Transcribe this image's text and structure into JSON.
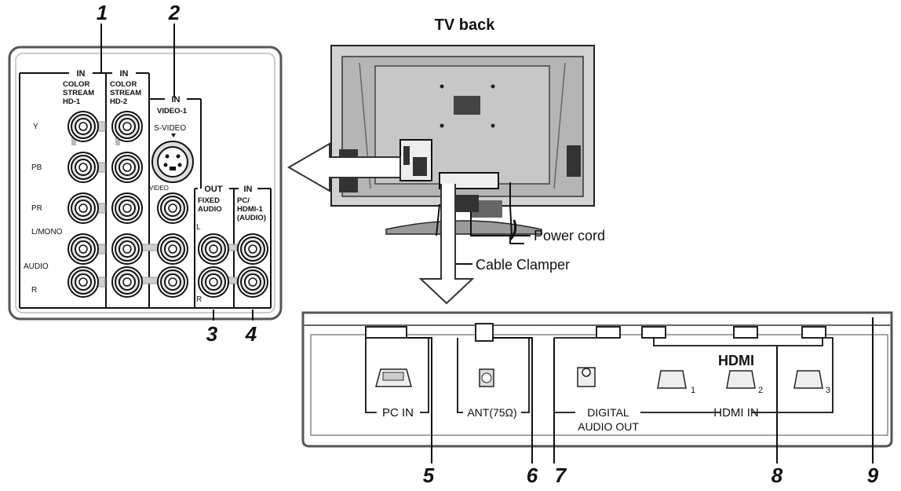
{
  "title": "TV back",
  "callouts": [
    "1",
    "2",
    "3",
    "4",
    "5",
    "6",
    "7",
    "8",
    "9"
  ],
  "left_panel": {
    "group_in_1": "IN",
    "group_in_2": "IN",
    "group_in_3": "IN",
    "group_out": "OUT",
    "group_in_4": "IN",
    "cs1": [
      "COLOR",
      "STREAM",
      "HD-1"
    ],
    "cs2": [
      "COLOR",
      "STREAM",
      "HD-2"
    ],
    "video1": "VIDEO-1",
    "svideo": "S-VIDEO",
    "video": "VIDEO",
    "fixed_audio": [
      "FIXED",
      "AUDIO"
    ],
    "pc_hdmi": [
      "PC/",
      "HDMI-1",
      "(AUDIO)"
    ],
    "row_y": "Y",
    "row_pb": "PB",
    "row_pr": "PR",
    "row_lmono": "L/MONO",
    "row_audio": "AUDIO",
    "row_r": "R",
    "out_l": "L",
    "out_r": "R"
  },
  "tv_labels": {
    "power_cord": "Power cord",
    "cable_clamper": "Cable Clamper"
  },
  "bottom_panel": {
    "pc_in": "PC IN",
    "ant": "ANT(75Ω)",
    "digital_audio_out": [
      "DIGITAL",
      "AUDIO OUT"
    ],
    "hdmi_logo": "HDMI",
    "hdmi_in": "HDMI IN",
    "hdmi_ports": [
      "1",
      "2",
      "3"
    ]
  }
}
